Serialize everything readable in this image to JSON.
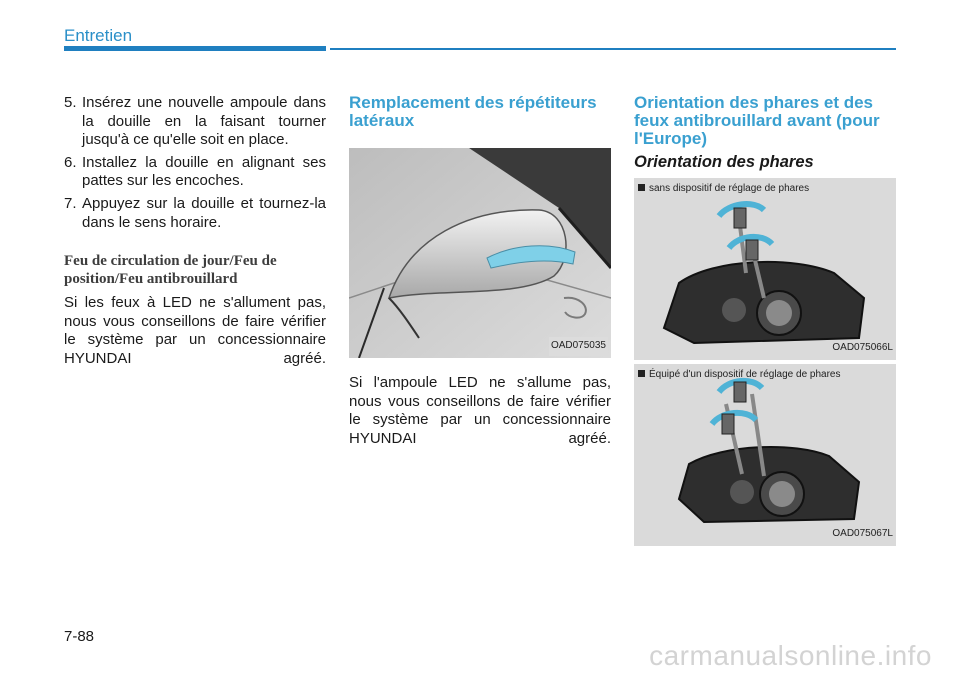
{
  "header": {
    "section_title": "Entretien"
  },
  "column1": {
    "steps": [
      {
        "num": "5.",
        "text": "Insérez une nouvelle ampoule dans la douille en la faisant tourner jusqu'à ce qu'elle soit en place."
      },
      {
        "num": "6.",
        "text": "Installez la douille en alignant ses pattes sur les encoches."
      },
      {
        "num": "7.",
        "text": "Appuyez sur la douille et tournez-la dans le sens horaire."
      }
    ],
    "subhead": "Feu de circulation de jour/Feu de position/Feu antibrouillard",
    "paragraph": "Si les feux à LED ne s'allument pas, nous vous conseillons de faire vérifier le système par un concessionnaire HYUNDAI agréé."
  },
  "column2": {
    "title": "Remplacement des répétiteurs latéraux",
    "figure_code": "OAD075035",
    "paragraph": "Si l'ampoule LED ne s'allume pas, nous vous conseillons de faire vérifier le système par un concessionnaire HYUNDAI agréé."
  },
  "column3": {
    "title": "Orientation des phares et des feux antibrouillard avant (pour l'Europe)",
    "subtitle": "Orientation des phares",
    "figure1": {
      "note": "sans dispositif de réglage de phares",
      "code": "OAD075066L"
    },
    "figure2": {
      "note": "Équipé d'un dispositif de réglage de phares",
      "code": "OAD075067L"
    }
  },
  "footer": {
    "page_number": "7-88",
    "watermark": "carmanualsonline.info"
  },
  "colors": {
    "accent": "#1f7fc0",
    "heading": "#3aa0d0",
    "arrow": "#4fb3d6"
  }
}
